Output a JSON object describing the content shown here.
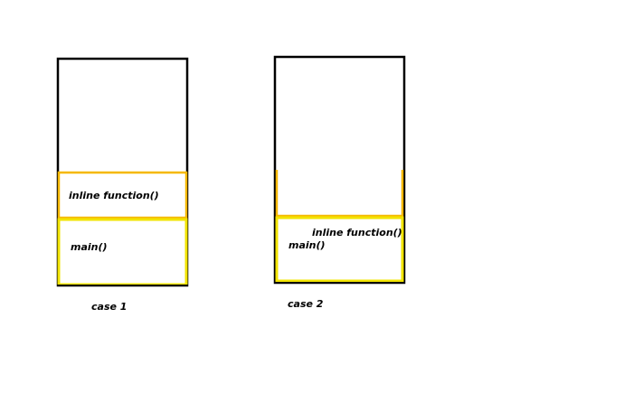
{
  "diagram": {
    "colors": {
      "stack_border": "#000000",
      "inline_frame": "#f5b800",
      "main_frame": "#f2e400",
      "text": "#000000"
    },
    "case1": {
      "inline_label": "inline function()",
      "main_label": "main()",
      "caption": "case 1"
    },
    "case2": {
      "inline_label": "inline function()",
      "main_label": "main()",
      "caption": "case 2"
    }
  }
}
